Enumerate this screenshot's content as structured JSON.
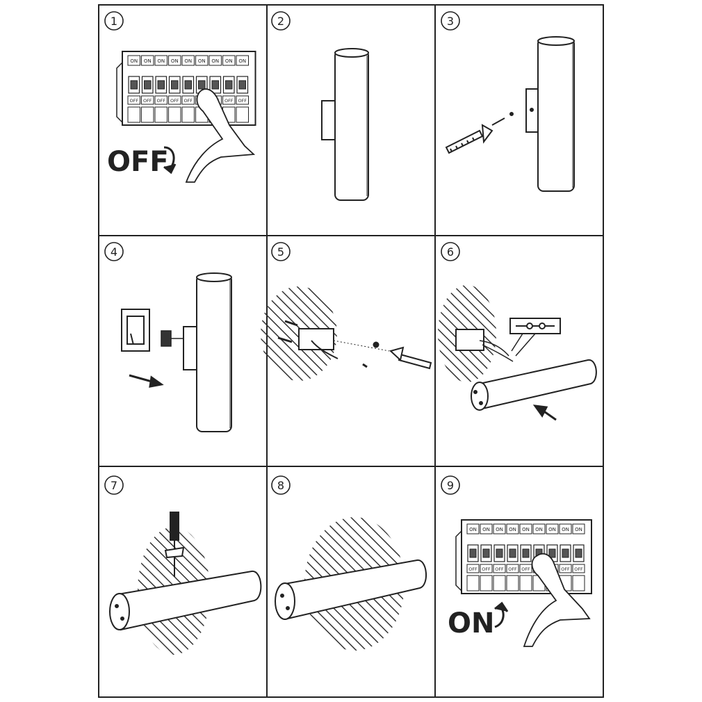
{
  "steps": [
    {
      "number": "1"
    },
    {
      "number": "2"
    },
    {
      "number": "3"
    },
    {
      "number": "4"
    },
    {
      "number": "5"
    },
    {
      "number": "6"
    },
    {
      "number": "7"
    },
    {
      "number": "8"
    },
    {
      "number": "9"
    }
  ],
  "breaker": {
    "on_label": "ON",
    "off_label": "OFF"
  },
  "step1_action": "OFF",
  "step9_action": "ON",
  "colors": {
    "line": "#222222",
    "background": "#ffffff",
    "hatch": "#333333"
  }
}
